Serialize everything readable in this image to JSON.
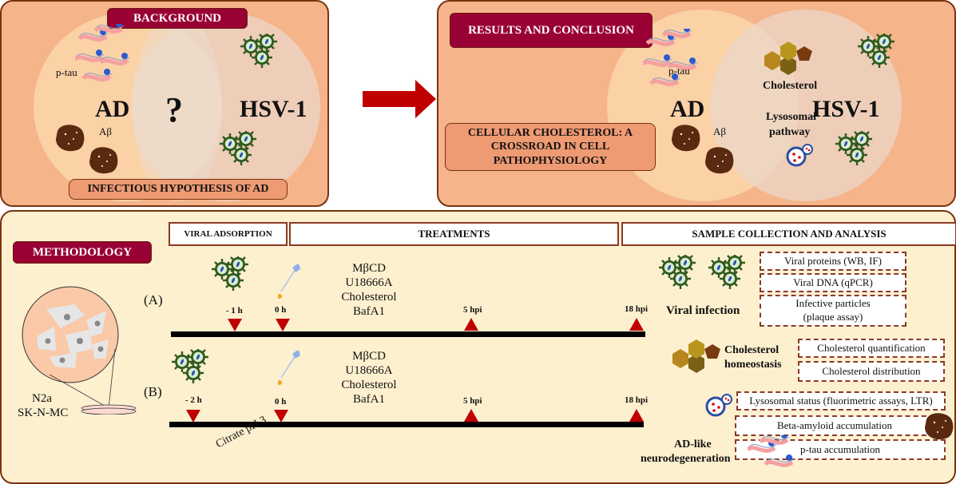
{
  "background": {
    "tag": "BACKGROUND",
    "left_circle": "AD",
    "right_circle": "HSV-1",
    "overlap": "?",
    "ptau_label": "p-tau",
    "abeta_label": "Aβ",
    "hypothesis": "INFECTIOUS HYPOTHESIS OF AD"
  },
  "results": {
    "tag": "RESULTS AND CONCLUSION",
    "conclusion": "CELLULAR CHOLESTEROL: A CROSSROAD IN CELL PATHOPHYSIOLOGY",
    "left_circle": "AD",
    "right_circle": "HSV-1",
    "ptau_label": "p-tau",
    "abeta_label": "Aβ",
    "overlap_items": [
      "Cholesterol",
      "Lysosomal",
      "pathway"
    ]
  },
  "methodology": {
    "tag": "METHODOLOGY",
    "cells": [
      "N2a",
      "SK-N-MC"
    ],
    "phases": {
      "adsorption": "VIRAL ADSORPTION",
      "treatments": "TREATMENTS",
      "sampling": "SAMPLE COLLECTION AND ANALYSIS"
    },
    "protocols": [
      {
        "label": "(A)",
        "start": "- 1 h",
        "treat": "0 h",
        "drugs": [
          "MβCD",
          "U18666A",
          "Cholesterol",
          "BafA1"
        ],
        "t1": "5 hpi",
        "t2": "18 hpi"
      },
      {
        "label": "(B)",
        "start": "- 2 h",
        "treat": "0 h",
        "drugs": [
          "MβCD",
          "U18666A",
          "Cholesterol",
          "BafA1"
        ],
        "t1": "5 hpi",
        "t2": "18 hpi",
        "note": "Citrate pH 3"
      }
    ],
    "analysis": {
      "viral_title": "Viral infection",
      "viral_items": [
        "Viral proteins (WB, IF)",
        "Viral DNA (qPCR)",
        "Infective particles",
        "(plaque assay)"
      ],
      "chol_title": [
        "Cholesterol",
        "homeostasis"
      ],
      "chol_items": [
        "Cholesterol quantification",
        "Cholesterol distribution"
      ],
      "ad_title": [
        "AD-like",
        "neurodegeneration"
      ],
      "ad_items": [
        "Lysosomal status (fluorimetric assays, LTR)",
        "Beta-amyloid accumulation",
        "p-tau  accumulation"
      ]
    }
  },
  "colors": {
    "panel_top": "#f5b48a",
    "panel_bottom": "#fdf0cf",
    "maroon": "#990033",
    "arrow": "#c00000",
    "virus": "#2f5a1e",
    "amyloid": "#5a2a10"
  }
}
